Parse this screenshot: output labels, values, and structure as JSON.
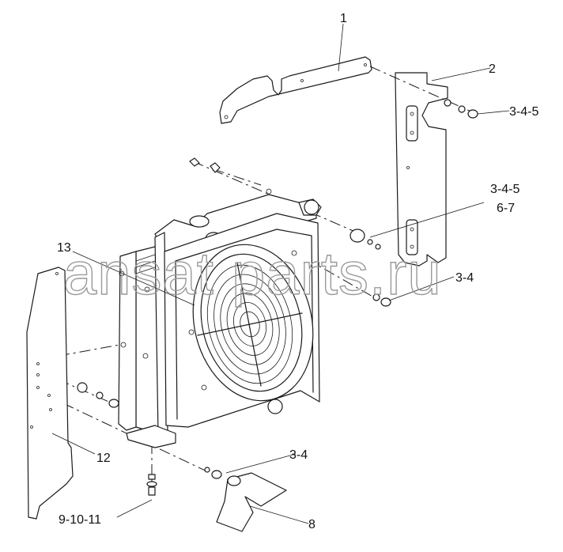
{
  "labels": {
    "part_1": "1",
    "part_2": "2",
    "part_3_4_5_top": "3-4-5",
    "part_3_4_5_mid": "3-4-5",
    "part_6_7": "6-7",
    "part_3_4_right": "3-4",
    "part_13": "13",
    "part_12": "12",
    "part_3_4_bottom": "3-4",
    "part_9_10_11": "9-10-11",
    "part_8": "8"
  },
  "watermark": "ansat parts.ru"
}
